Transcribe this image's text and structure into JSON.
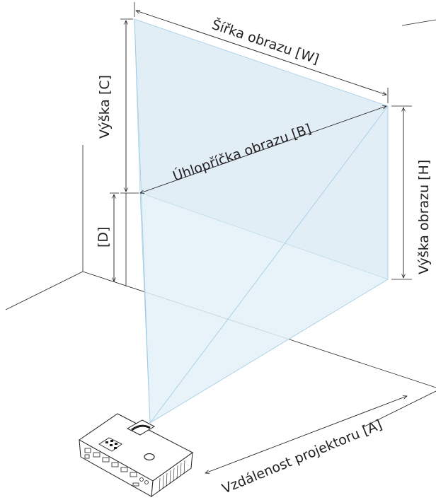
{
  "labels": {
    "screen_width": "Šířka obrazu [W]",
    "screen_diagonal": "Úhlopříčka obrazu [B]",
    "screen_height": "Výška obrazu [H]",
    "height_c": "Výška [C]",
    "height_d": "[D]",
    "projector_distance": "Vzdálenost projektoru [A]"
  },
  "colors": {
    "screen_fill": "#d7e8f3",
    "beam_fill": "#e4f1f8",
    "beam_edge": "#9ecbe3",
    "line": "#231f20"
  }
}
